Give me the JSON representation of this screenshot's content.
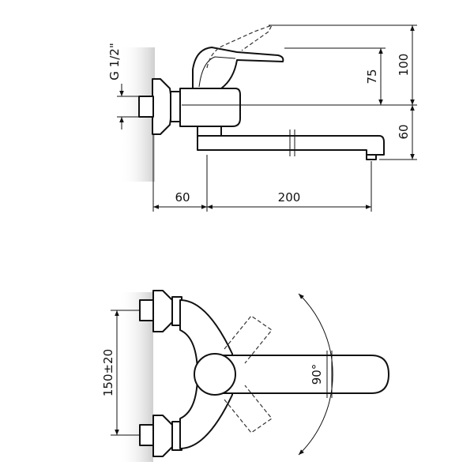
{
  "dimensions": {
    "thread": "G 1/2\"",
    "height_total": "100",
    "height_lever": "75",
    "spout_drop": "60",
    "wall_offset": "60",
    "spout_reach": "200",
    "inlet_spacing": "150±20",
    "swivel_angle": "90°"
  },
  "colors": {
    "line": "#111111",
    "wall_shade": "#d9d9d9"
  }
}
